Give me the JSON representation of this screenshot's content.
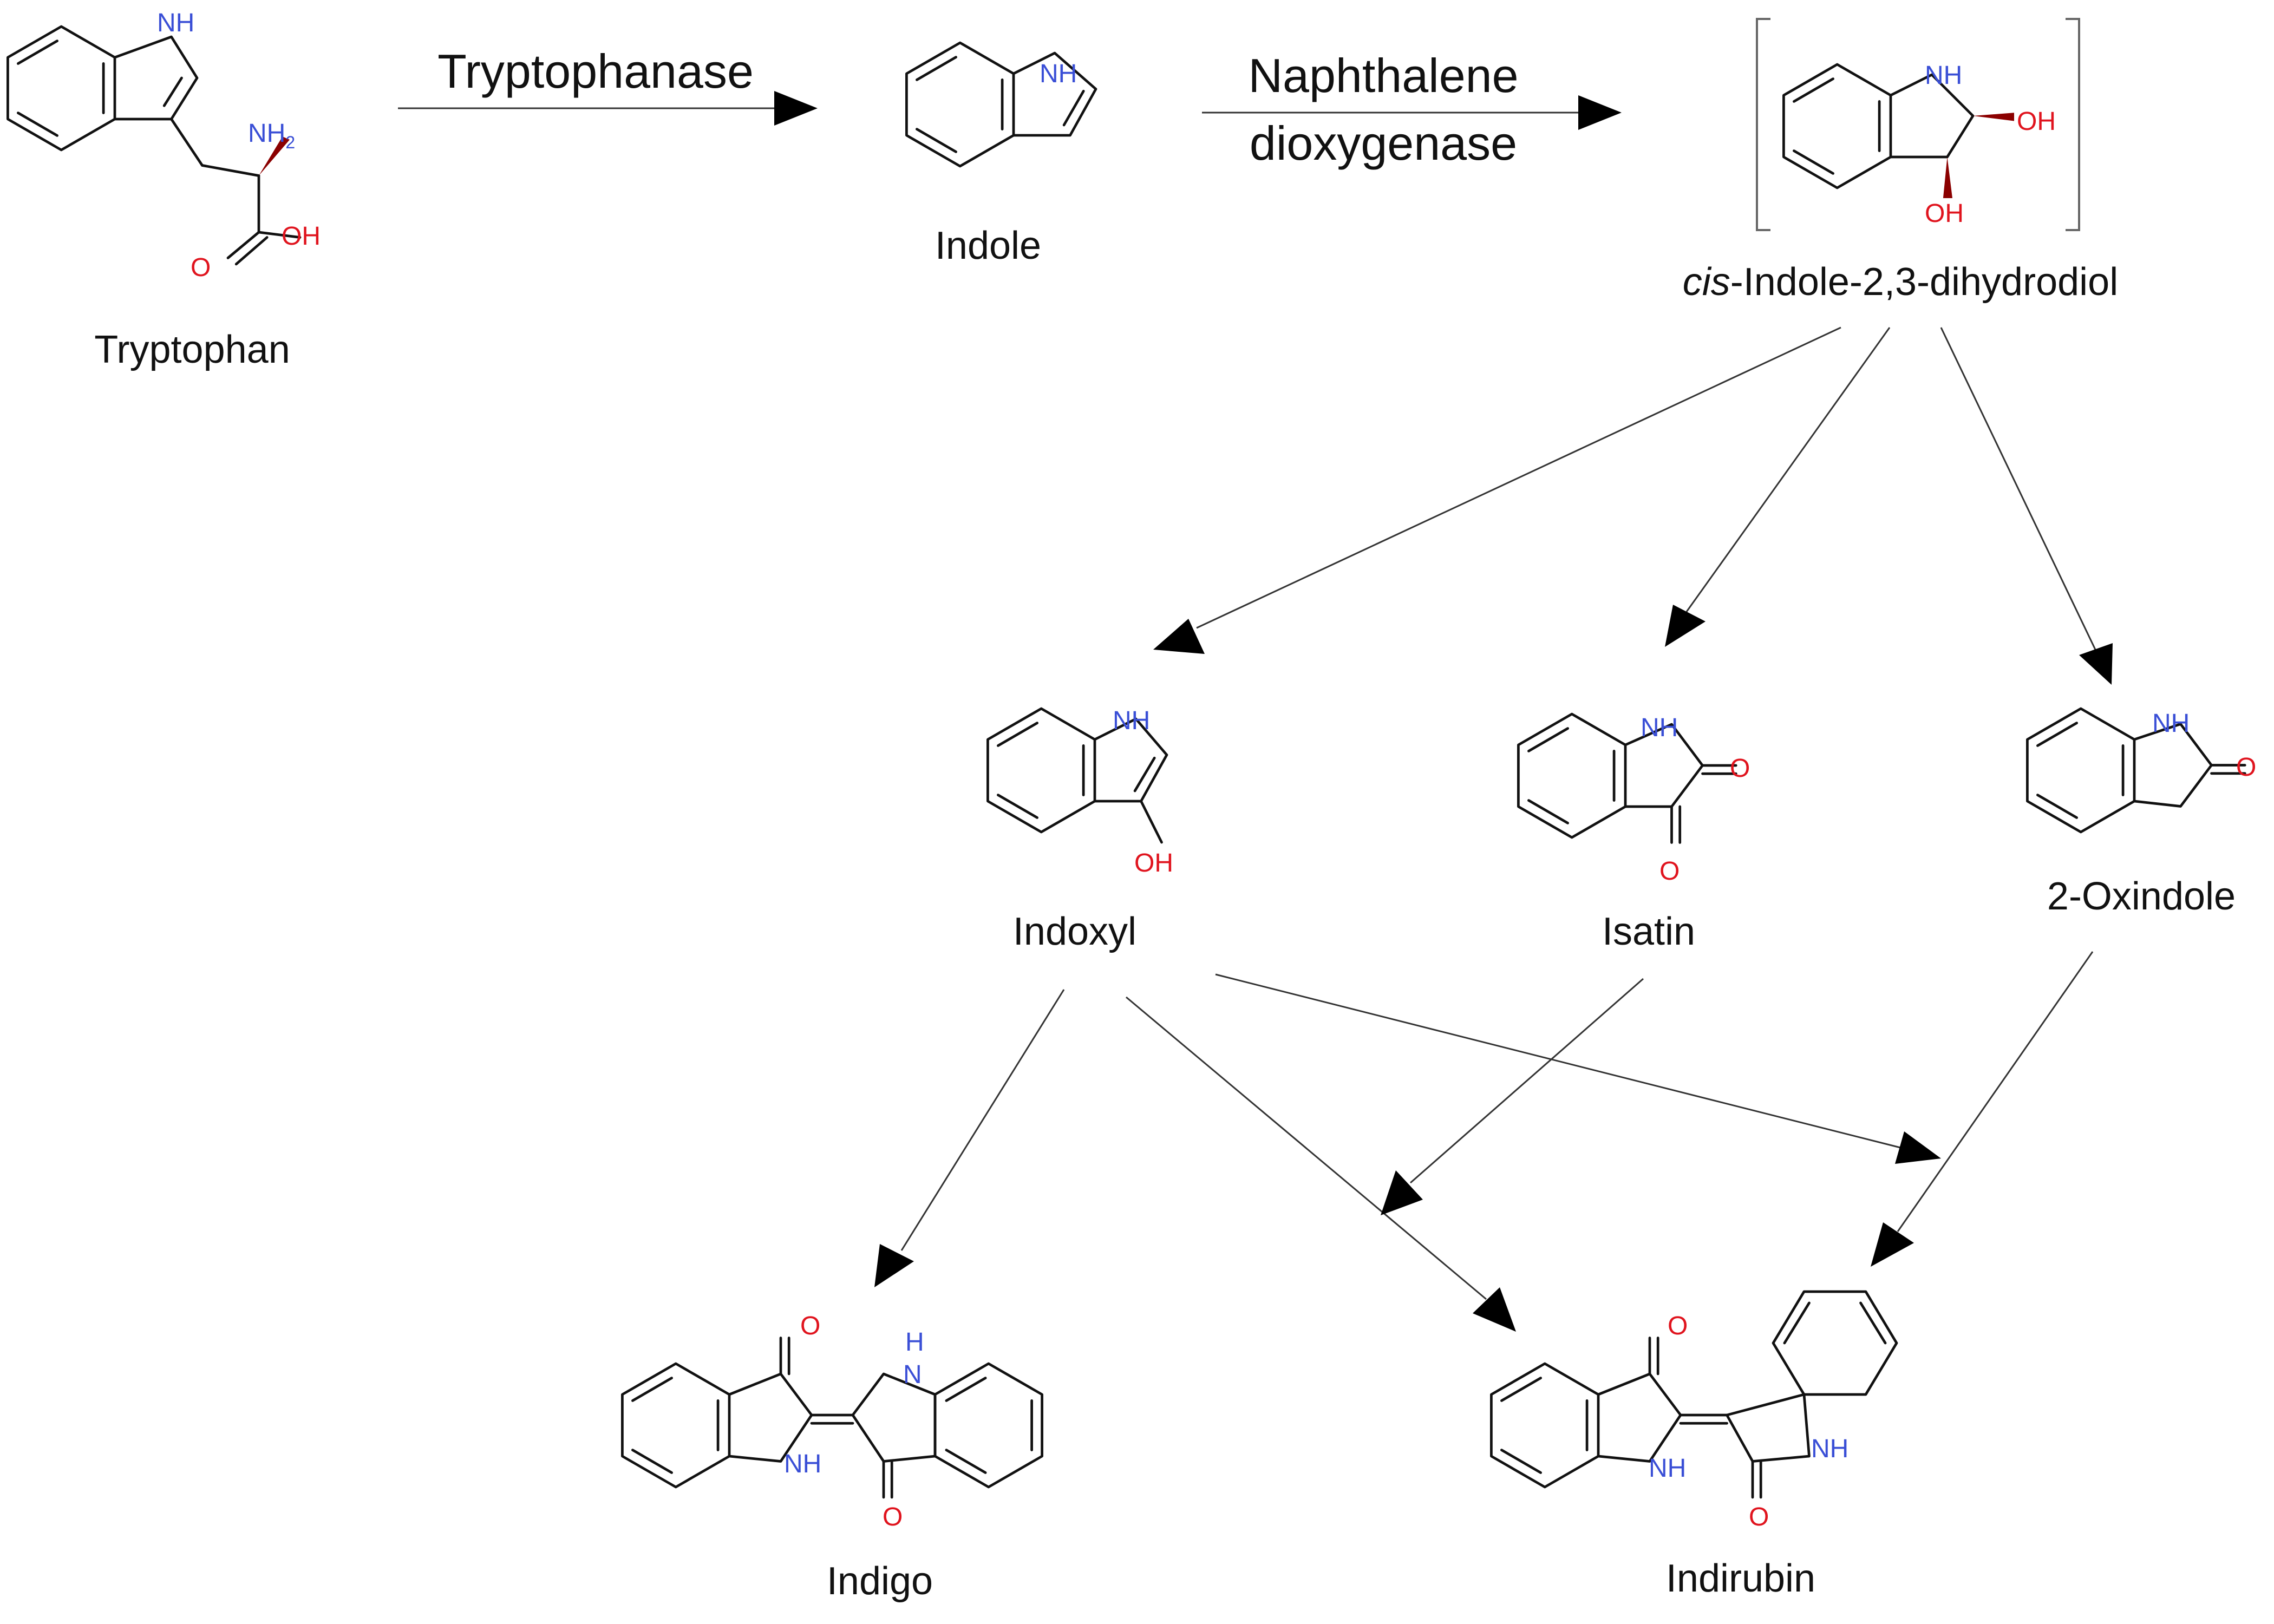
{
  "compounds": {
    "tryptophan": "Tryptophan",
    "indole": "Indole",
    "dihydrodiol_prefix": "cis",
    "dihydrodiol_suffix": "-Indole-2,3-dihydrodiol",
    "indoxyl": "Indoxyl",
    "isatin": "Isatin",
    "oxindole": "2-Oxindole",
    "indigo": "Indigo",
    "indirubin": "Indirubin"
  },
  "enzymes": {
    "tryptophanase": "Tryptophanase",
    "ndo_line1": "Naphthalene",
    "ndo_line2": "dioxygenase"
  },
  "atoms": {
    "nh": "NH",
    "h": "H",
    "n": "N",
    "nh2": "NH",
    "nh2_sub": "2",
    "oh": "OH",
    "o": "O"
  },
  "colors": {
    "nitrogen": "#3a4fd6",
    "oxygen": "#e0141e",
    "stereo_bond": "#8b0000",
    "arrow": "#000000"
  }
}
